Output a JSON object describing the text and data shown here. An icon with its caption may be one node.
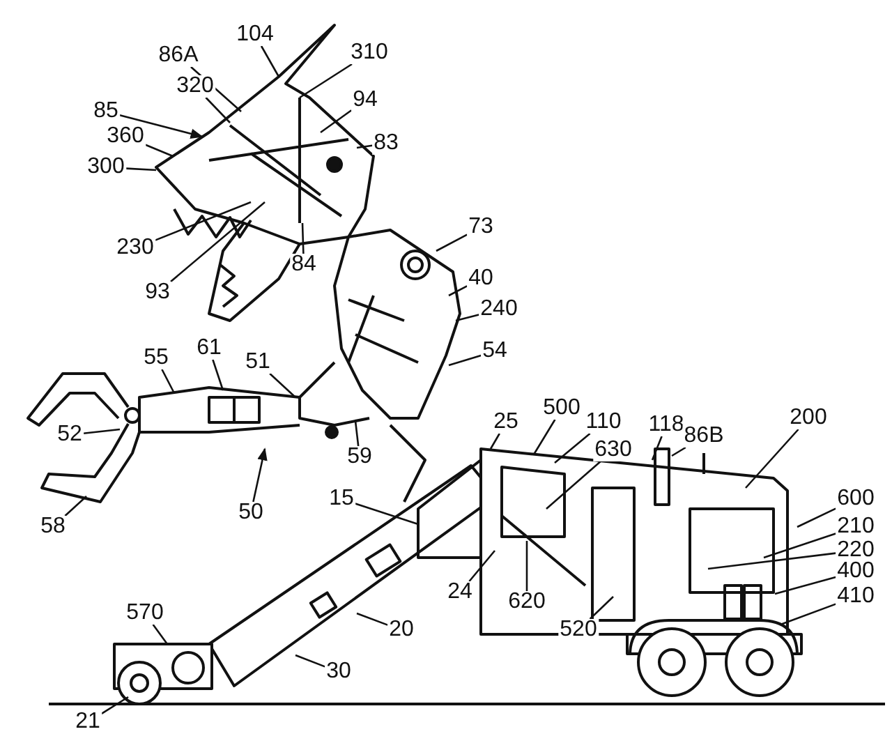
{
  "diagram": {
    "nodes": [
      {
        "text": [
          "85"
        ]
      },
      {
        "text": [
          "86A"
        ]
      },
      {
        "text": [
          "104"
        ]
      },
      {
        "text": [
          "310"
        ]
      },
      {
        "text": [
          "320"
        ]
      },
      {
        "text": [
          "94"
        ]
      },
      {
        "text": [
          "360"
        ]
      },
      {
        "text": [
          "83"
        ]
      },
      {
        "text": [
          "300"
        ]
      },
      {
        "text": [
          "73"
        ]
      },
      {
        "text": [
          "230"
        ]
      },
      {
        "text": [
          "84"
        ]
      },
      {
        "text": [
          "93"
        ]
      },
      {
        "text": [
          "40"
        ]
      },
      {
        "text": [
          "240"
        ]
      },
      {
        "text": [
          "54"
        ]
      },
      {
        "text": [
          "55"
        ]
      },
      {
        "text": [
          "61"
        ]
      },
      {
        "text": [
          "51"
        ]
      },
      {
        "text": [
          "52"
        ]
      },
      {
        "text": [
          "59"
        ]
      },
      {
        "text": [
          "50"
        ]
      },
      {
        "text": [
          "58"
        ]
      },
      {
        "text": [
          "15"
        ]
      },
      {
        "text": [
          "25"
        ]
      },
      {
        "text": [
          "500"
        ]
      },
      {
        "text": [
          "110"
        ]
      },
      {
        "text": [
          "630"
        ]
      },
      {
        "text": [
          "118"
        ]
      },
      {
        "text": [
          "86B"
        ]
      },
      {
        "text": [
          "200"
        ]
      },
      {
        "text": [
          "600"
        ]
      },
      {
        "text": [
          "210"
        ]
      },
      {
        "text": [
          "220"
        ]
      },
      {
        "text": [
          "400"
        ]
      },
      {
        "text": [
          "410"
        ]
      },
      {
        "text": [
          "24"
        ]
      },
      {
        "text": [
          "620"
        ]
      },
      {
        "text": [
          "520"
        ]
      },
      {
        "text": [
          "570"
        ]
      },
      {
        "text": [
          "20"
        ]
      },
      {
        "text": [
          "30"
        ]
      },
      {
        "text": [
          "21"
        ]
      }
    ],
    "edges": [
      {
        "from": 0,
        "to": null,
        "arrow": "to"
      },
      {
        "from": 1,
        "to": null,
        "arrow": "none"
      },
      {
        "from": 2,
        "to": null,
        "arrow": "none"
      },
      {
        "from": 3,
        "to": null,
        "arrow": "none"
      },
      {
        "from": 4,
        "to": null,
        "arrow": "none"
      },
      {
        "from": 5,
        "to": null,
        "arrow": "none"
      },
      {
        "from": 6,
        "to": null,
        "arrow": "none"
      },
      {
        "from": 7,
        "to": null,
        "arrow": "none"
      },
      {
        "from": 8,
        "to": null,
        "arrow": "none"
      },
      {
        "from": 9,
        "to": null,
        "arrow": "none"
      },
      {
        "from": 10,
        "to": null,
        "arrow": "none"
      },
      {
        "from": 11,
        "to": null,
        "arrow": "none"
      },
      {
        "from": 12,
        "to": null,
        "arrow": "none"
      },
      {
        "from": 13,
        "to": null,
        "arrow": "none"
      },
      {
        "from": 14,
        "to": null,
        "arrow": "none"
      },
      {
        "from": 15,
        "to": null,
        "arrow": "none"
      },
      {
        "from": 16,
        "to": null,
        "arrow": "none"
      },
      {
        "from": 17,
        "to": null,
        "arrow": "none"
      },
      {
        "from": 18,
        "to": null,
        "arrow": "none"
      },
      {
        "from": 19,
        "to": null,
        "arrow": "none"
      },
      {
        "from": 20,
        "to": null,
        "arrow": "none"
      },
      {
        "from": 21,
        "to": null,
        "arrow": "to"
      },
      {
        "from": 22,
        "to": null,
        "arrow": "none"
      },
      {
        "from": 23,
        "to": null,
        "arrow": "none"
      },
      {
        "from": 24,
        "to": null,
        "arrow": "none"
      },
      {
        "from": 25,
        "to": null,
        "arrow": "none"
      },
      {
        "from": 26,
        "to": null,
        "arrow": "none"
      },
      {
        "from": 27,
        "to": null,
        "arrow": "none"
      },
      {
        "from": 28,
        "to": null,
        "arrow": "none"
      },
      {
        "from": 29,
        "to": null,
        "arrow": "none"
      },
      {
        "from": 30,
        "to": null,
        "arrow": "none"
      },
      {
        "from": 31,
        "to": null,
        "arrow": "none"
      },
      {
        "from": 32,
        "to": null,
        "arrow": "none"
      },
      {
        "from": 33,
        "to": null,
        "arrow": "none"
      },
      {
        "from": 34,
        "to": null,
        "arrow": "none"
      },
      {
        "from": 35,
        "to": null,
        "arrow": "none"
      },
      {
        "from": 36,
        "to": null,
        "arrow": "none"
      },
      {
        "from": 37,
        "to": null,
        "arrow": "none"
      },
      {
        "from": 38,
        "to": null,
        "arrow": "none"
      },
      {
        "from": 39,
        "to": null,
        "arrow": "none"
      },
      {
        "from": 40,
        "to": null,
        "arrow": "none"
      },
      {
        "from": 41,
        "to": null,
        "arrow": "none"
      },
      {
        "from": 42,
        "to": null,
        "arrow": "none"
      }
    ]
  }
}
